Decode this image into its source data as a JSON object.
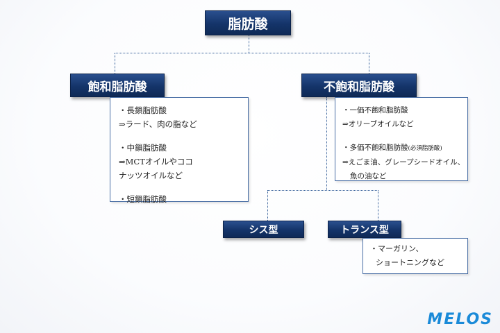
{
  "root": {
    "label": "脂肪酸"
  },
  "saturated": {
    "label": "飽和脂肪酸",
    "items": [
      {
        "name": "・長鎖脂肪酸",
        "example": "⇒ラード、肉の脂など"
      },
      {
        "name": "・中鎖脂肪酸",
        "example": "⇒MCTオイルやココ",
        "example2": "ナッツオイルなど"
      },
      {
        "name": "・短鎖脂肪酸"
      }
    ]
  },
  "unsaturated": {
    "label": "不飽和脂肪酸",
    "items": [
      {
        "name": "・一価不飽和脂肪酸",
        "example": "⇒オリーブオイルなど"
      },
      {
        "name": "・多価不飽和脂肪酸",
        "note": "(必須脂肪酸)",
        "example": "⇒えごま油、グレープシードオイル、",
        "example2": "魚の油など"
      }
    ]
  },
  "cis": {
    "label": "シス型"
  },
  "trans": {
    "label": "トランス型",
    "items": [
      {
        "name": "・マーガリン、",
        "name2": "ショートニングなど"
      }
    ]
  },
  "logo": {
    "text": "MELOS"
  },
  "colors": {
    "node": "#143469",
    "line": "#2f5a96",
    "logo": "#1a8ad8"
  }
}
